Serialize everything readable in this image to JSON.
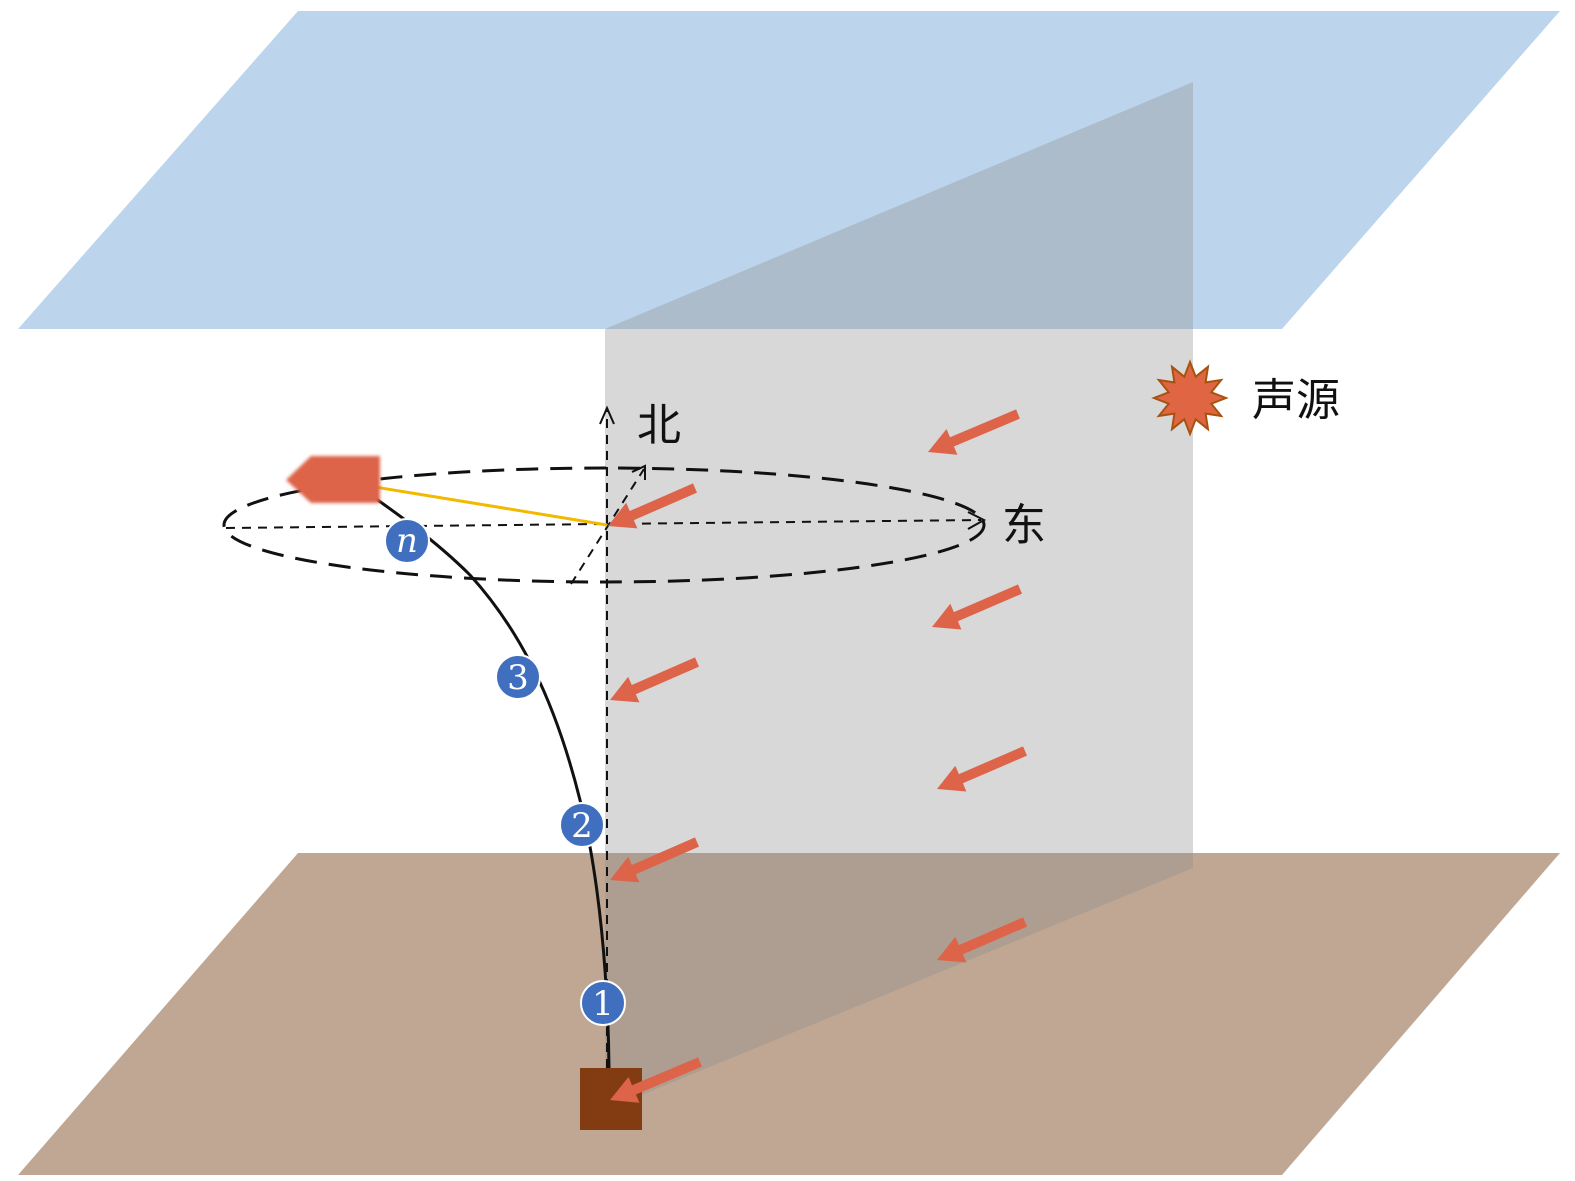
{
  "axes": {
    "north_label": "北",
    "east_label": "东"
  },
  "legend": {
    "source_label": "声源"
  },
  "sensor_nodes": [
    {
      "label": "1"
    },
    {
      "label": "2"
    },
    {
      "label": "3"
    },
    {
      "label": "n"
    }
  ],
  "colors": {
    "sea_surface": "#bcd5ec",
    "seabed": "#bfa793",
    "vertical_plane": "#c9c9c9",
    "arrow": "#dd6349",
    "node_fill": "#3f6fbe",
    "anchor": "#833c11",
    "buoy": "#dd6349",
    "tether": "#f1b900",
    "source_burst": "#e06542"
  },
  "icons": {
    "source": "explosion-burst-icon",
    "buoy": "buoy-arrow-icon",
    "anchor": "anchor-block-icon"
  }
}
